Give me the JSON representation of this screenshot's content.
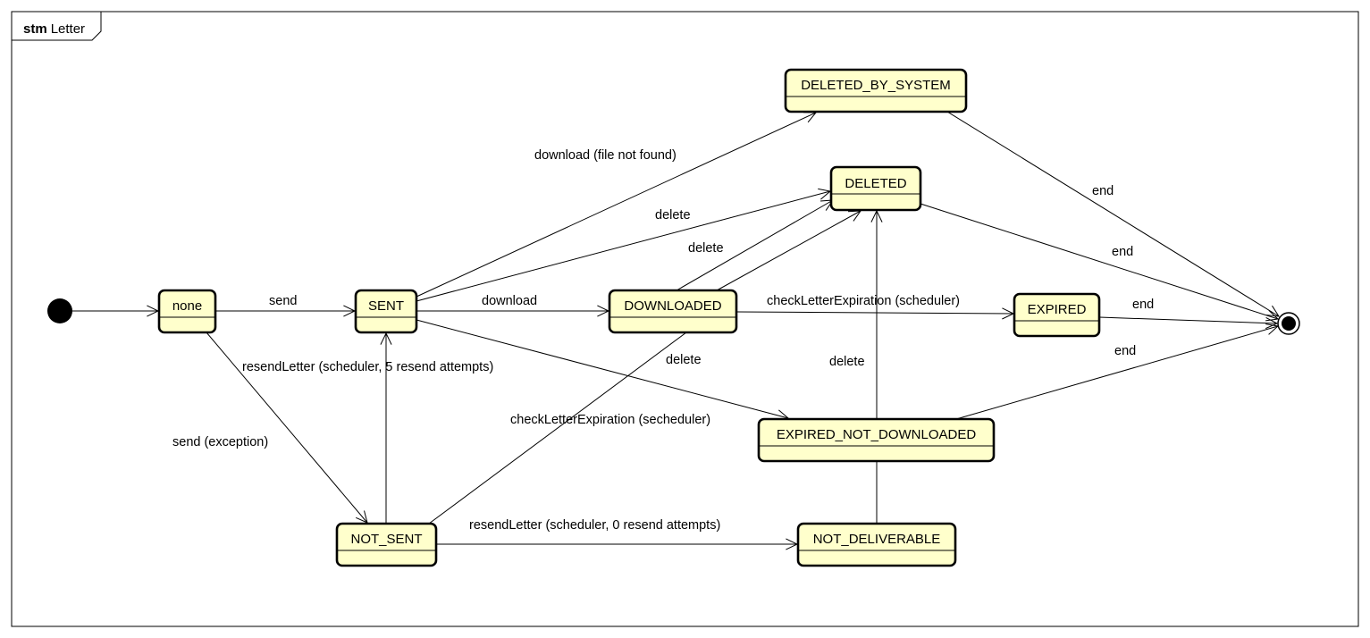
{
  "frame": {
    "keyword": "stm",
    "name": "Letter"
  },
  "states": [
    {
      "id": "none",
      "label": "none"
    },
    {
      "id": "sent",
      "label": "SENT"
    },
    {
      "id": "downloaded",
      "label": "DOWNLOADED"
    },
    {
      "id": "not_sent",
      "label": "NOT_SENT"
    },
    {
      "id": "deleted_by_system",
      "label": "DELETED_BY_SYSTEM"
    },
    {
      "id": "deleted",
      "label": "DELETED"
    },
    {
      "id": "expired",
      "label": "EXPIRED"
    },
    {
      "id": "expired_not_downloaded",
      "label": "EXPIRED_NOT_DOWNLOADED"
    },
    {
      "id": "not_deliverable",
      "label": "NOT_DELIVERABLE"
    }
  ],
  "transitions": [
    {
      "from": "initial",
      "to": "none",
      "label": ""
    },
    {
      "from": "none",
      "to": "sent",
      "label": "send"
    },
    {
      "from": "none",
      "to": "not_sent",
      "label": "send (exception)"
    },
    {
      "from": "not_sent",
      "to": "sent",
      "label": "resendLetter (scheduler, 5 resend attempts)"
    },
    {
      "from": "not_sent",
      "to": "not_deliverable",
      "label": "resendLetter (scheduler, 0 resend attempts)"
    },
    {
      "from": "not_sent",
      "to": "deleted",
      "label": "delete"
    },
    {
      "from": "sent",
      "to": "downloaded",
      "label": "download"
    },
    {
      "from": "sent",
      "to": "deleted_by_system",
      "label": "download (file not found)"
    },
    {
      "from": "sent",
      "to": "deleted",
      "label": "delete"
    },
    {
      "from": "sent",
      "to": "expired_not_downloaded",
      "label": "checkLetterExpiration (secheduler)"
    },
    {
      "from": "downloaded",
      "to": "deleted",
      "label": "delete"
    },
    {
      "from": "downloaded",
      "to": "expired",
      "label": "checkLetterExpiration (scheduler)"
    },
    {
      "from": "expired_not_downloaded",
      "to": "deleted",
      "label": "delete"
    },
    {
      "from": "not_deliverable",
      "to": "expired_not_downloaded",
      "label": ""
    },
    {
      "from": "deleted_by_system",
      "to": "final",
      "label": "end"
    },
    {
      "from": "deleted",
      "to": "final",
      "label": "end"
    },
    {
      "from": "expired",
      "to": "final",
      "label": "end"
    },
    {
      "from": "expired_not_downloaded",
      "to": "final",
      "label": "end"
    }
  ]
}
